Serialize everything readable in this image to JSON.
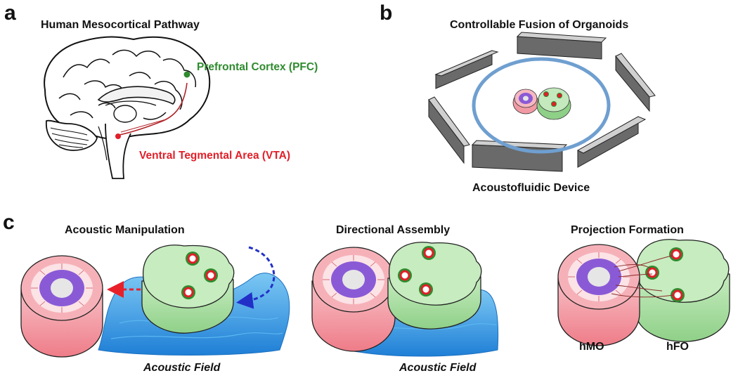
{
  "panel_a": {
    "letter": "a",
    "title": "Human Mesocortical Pathway",
    "pfc_label": "Prefrontal Cortex (PFC)",
    "vta_label": "Ventral Tegmental Area (VTA)"
  },
  "panel_b": {
    "letter": "b",
    "title": "Controllable Fusion of Organoids",
    "device_label": "Acoustofluidic Device"
  },
  "panel_c": {
    "letter": "c",
    "stage1_title": "Acoustic Manipulation",
    "stage2_title": "Directional Assembly",
    "stage3_title": "Projection Formation",
    "field_label_1": "Acoustic Field",
    "field_label_2": "Acoustic Field",
    "hmo_label": "hMO",
    "hfo_label": "hFO"
  },
  "colors": {
    "pfc_green": "#2e8b2e",
    "vta_red": "#e0202a",
    "hfo_fill": "#a8dca0",
    "hmo_fill": "#f3a0a8",
    "hmo_core": "#8a5ad6",
    "acoustic_field": "#3aa0e8",
    "arrow_red": "#e8202a",
    "arrow_blue": "#2230c8"
  }
}
